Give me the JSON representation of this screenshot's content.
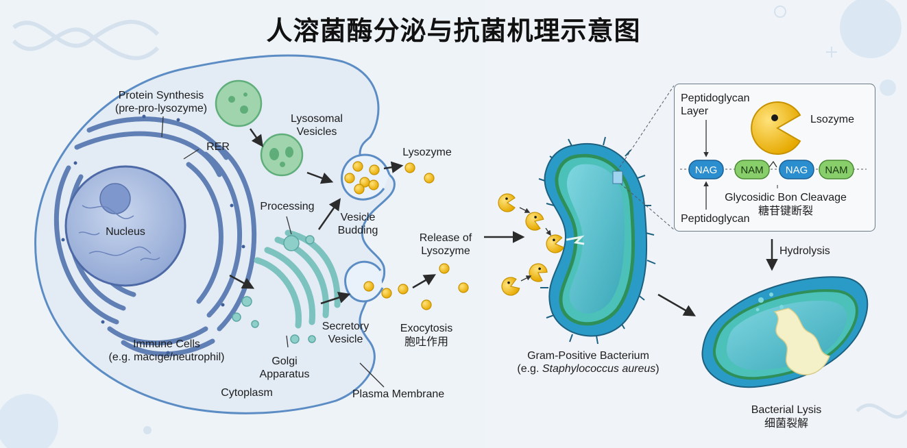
{
  "title": "人溶菌酶分泌与抗菌机理示意图",
  "cell": {
    "protein_synthesis_line1": "Protein Synthesis",
    "protein_synthesis_line2": "(pre-pro-lysozyme)",
    "rer": "RER",
    "nucleus": "Nucleus",
    "lysosomal_line1": "Lysosomal",
    "lysosomal_line2": "Vesicles",
    "lysozyme": "Lysozyme",
    "processing": "Processing",
    "vesicle_budding_line1": "Vesicle",
    "vesicle_budding_line2": "Budding",
    "release_line1": "Release of",
    "release_line2": "Lysozyme",
    "secretory_line1": "Secretory",
    "secretory_line2": "Vesicle",
    "exocytosis_en": "Exocytosis",
    "exocytosis_zh": "胞吐作用",
    "immune_line1": "Immune Cells",
    "immune_line2": "(e.g. macıge/neutrophil)",
    "golgi_line1": "Golgi",
    "golgi_line2": "Apparatus",
    "cytoplasm": "Cytoplasm",
    "plasma_membrane": "Plasma Membrane"
  },
  "bacterium": {
    "name_line1": "Gram-Positive Bacterium",
    "name_line2_prefix": "(e.g. ",
    "name_line2_italic": "Staphylococcus aureus",
    "name_line2_suffix": ")"
  },
  "inset": {
    "layer_line1": "Peptidoglycan",
    "layer_line2": "Layer",
    "lysozyme": "Lsozyme",
    "nodes": [
      "NAG",
      "NAM",
      "NAG",
      "NAM"
    ],
    "cleavage_en": "Glycosidic Bon Cleavage",
    "cleavage_zh": "糖苷键断裂",
    "bottom_label": "Peptidoglycan"
  },
  "hydrolysis": "Hydrolysis",
  "lysis": {
    "en": "Bacterial Lysis",
    "zh": "细菌裂解"
  },
  "colors": {
    "cell_fill": "#e3ebf5",
    "cell_border": "#5b8cc4",
    "nucleus": "#a3b7dd",
    "er": "#5f7fb5",
    "golgi": "#7cc2be",
    "vesicle_green": "#9fd4ad",
    "lysozyme_yellow": "#f2c21b",
    "bacterium_outer": "#2a9bc7",
    "bacterium_inner": "#4cc1b9",
    "nag": "#2a8ecf",
    "nam": "#88cf6b"
  }
}
